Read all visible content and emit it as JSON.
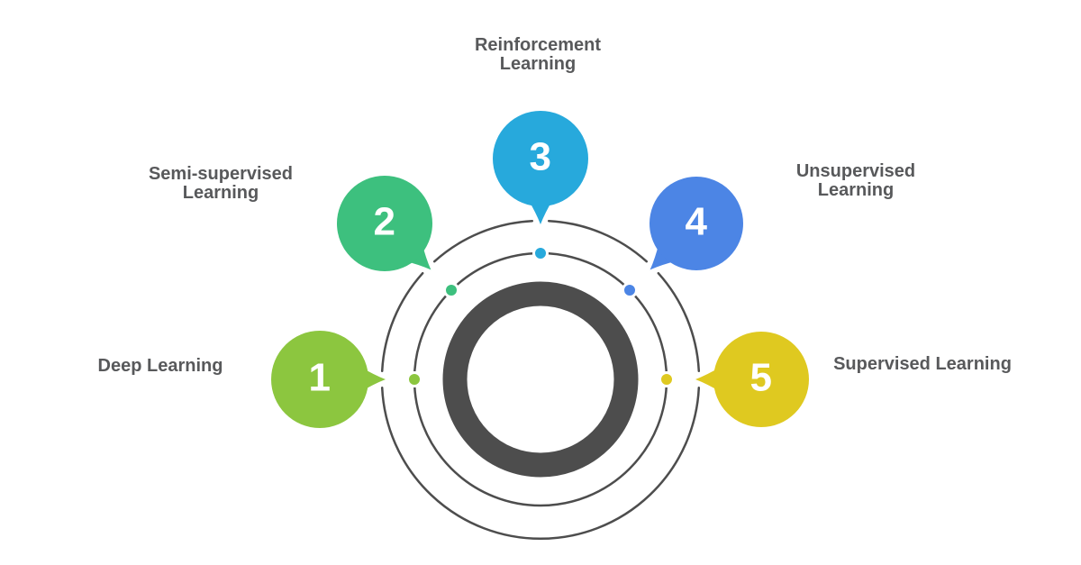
{
  "background": "#FFFFFF",
  "colors": {
    "outline": "#4D4D4D",
    "center_ring": "#4D4D4D",
    "label_text": "#58595B",
    "number_text": "#FFFFFF",
    "dot_border": "#FFFFFF"
  },
  "items": [
    {
      "number": "1",
      "label": "Deep Learning",
      "color": "#8CC63F"
    },
    {
      "number": "2",
      "label": "Semi-supervised Learning",
      "color": "#3DC07E"
    },
    {
      "number": "3",
      "label": "Reinforcement Learning",
      "color": "#27A9DC"
    },
    {
      "number": "4",
      "label": "Unsupervised Learning",
      "color": "#4C85E5"
    },
    {
      "number": "5",
      "label": "Supervised Learning",
      "color": "#DFC920"
    }
  ]
}
